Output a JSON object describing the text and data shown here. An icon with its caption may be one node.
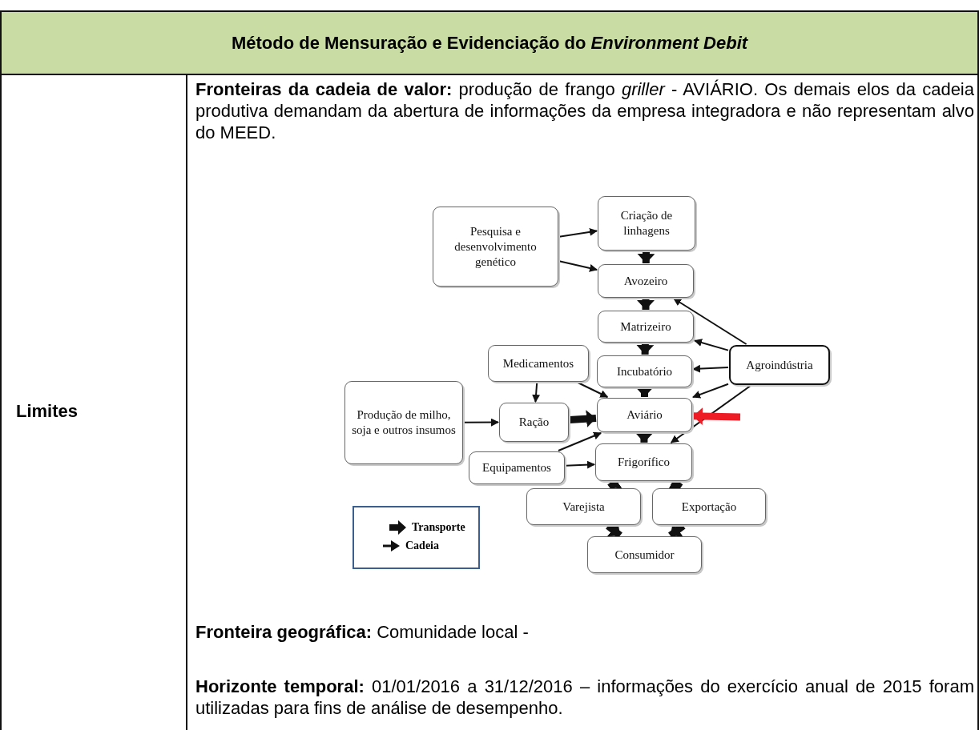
{
  "diagram": {
    "title": "Método de Mensuração e Evidenciação do *Environment Debit*",
    "nodes": [
      {
        "text": [
          "Criação de linhagens"
        ]
      },
      {
        "text": [
          "Pesquisa e desenvolvimento genético"
        ]
      },
      {
        "text": [
          "Avozeiro"
        ]
      },
      {
        "text": [
          "Matrizeiro"
        ]
      },
      {
        "text": [
          "Medicamentos"
        ]
      },
      {
        "text": [
          "Incubatório"
        ]
      },
      {
        "text": [
          "Agroindústria"
        ]
      },
      {
        "text": [
          "Produção de milho, soja e outros insumos"
        ]
      },
      {
        "text": [
          "Ração"
        ]
      },
      {
        "text": [
          "Aviário"
        ]
      },
      {
        "text": [
          "Equipamentos"
        ]
      },
      {
        "text": [
          "Frigorífico"
        ]
      },
      {
        "text": [
          "Varejista"
        ]
      },
      {
        "text": [
          "Exportação"
        ]
      },
      {
        "text": [
          "Consumidor"
        ]
      }
    ],
    "edges": [
      {
        "from": 1,
        "to": 0,
        "arrow": "to"
      },
      {
        "from": 1,
        "to": 2,
        "arrow": "to"
      },
      {
        "from": 0,
        "to": 2,
        "arrow": "to",
        "style": "thick"
      },
      {
        "from": 2,
        "to": 3,
        "arrow": "to",
        "style": "thick"
      },
      {
        "from": 6,
        "to": 2,
        "arrow": "to"
      },
      {
        "from": 6,
        "to": 3,
        "arrow": "to"
      },
      {
        "from": 3,
        "to": 5,
        "arrow": "to",
        "style": "thick"
      },
      {
        "from": 6,
        "to": 5,
        "arrow": "to"
      },
      {
        "from": 4,
        "to": 8,
        "arrow": "to"
      },
      {
        "from": 4,
        "to": 9,
        "arrow": "to"
      },
      {
        "from": 5,
        "to": 9,
        "arrow": "to",
        "style": "thick"
      },
      {
        "from": 6,
        "to": 9,
        "arrow": "to"
      },
      {
        "from": 6,
        "to": 11,
        "arrow": "to"
      },
      {
        "from": 7,
        "to": 8,
        "arrow": "to"
      },
      {
        "from": 8,
        "to": 9,
        "arrow": "to",
        "style": "thick"
      },
      {
        "from": null,
        "to": 9,
        "arrow": "to",
        "style": "thick",
        "color": "#ee1c25"
      },
      {
        "from": 10,
        "to": 9,
        "arrow": "to"
      },
      {
        "from": 10,
        "to": 11,
        "arrow": "to"
      },
      {
        "from": 9,
        "to": 11,
        "arrow": "to",
        "style": "thick"
      },
      {
        "from": 11,
        "to": 12,
        "arrow": "to",
        "style": "thick"
      },
      {
        "from": 11,
        "to": 13,
        "arrow": "to",
        "style": "thick"
      },
      {
        "from": 12,
        "to": 14,
        "arrow": "to",
        "style": "thick"
      },
      {
        "from": 13,
        "to": 14,
        "arrow": "to",
        "style": "thick"
      }
    ],
    "labels": [
      "Limites",
      "**Fronteiras da cadeia de valor:** produção de frango *griller* - AVIÁRIO. Os demais elos da cadeia produtiva demandam da abertura de informações da empresa integradora e não representam alvo do MEED.",
      "**Fronteira geográfica:** Comunidade local -",
      "**Horizonte temporal:** 01/01/2016 a 31/12/2016 – informações do exercício anual de 2015 foram utilizadas para fins de análise de desempenho."
    ],
    "legend": [
      {
        "text": "Transporte"
      },
      {
        "text": "Cadeia"
      }
    ]
  }
}
